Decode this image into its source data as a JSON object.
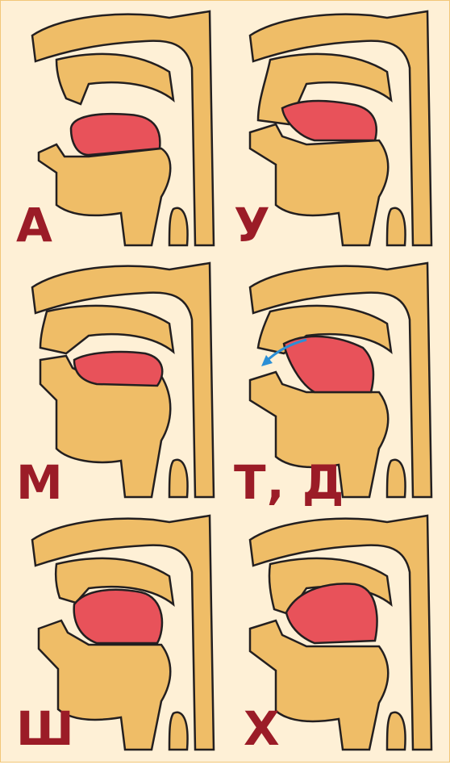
{
  "colors": {
    "skin": "#efbd67",
    "tongue": "#e8525a",
    "outline": "#231f20",
    "label": "#9b1c27",
    "arrow": "#2b8fd6",
    "background": "#fef0d6"
  },
  "articulations": [
    {
      "id": "a",
      "label": "А",
      "icon": "articulation-a-diagram"
    },
    {
      "id": "u",
      "label": "У",
      "icon": "articulation-u-diagram"
    },
    {
      "id": "m",
      "label": "М",
      "icon": "articulation-m-diagram"
    },
    {
      "id": "t",
      "label": "Т, Д",
      "icon": "articulation-t-d-diagram",
      "airflow_arrow": true
    },
    {
      "id": "sh",
      "label": "Ш",
      "icon": "articulation-sh-diagram"
    },
    {
      "id": "h",
      "label": "Х",
      "icon": "articulation-h-diagram"
    }
  ]
}
